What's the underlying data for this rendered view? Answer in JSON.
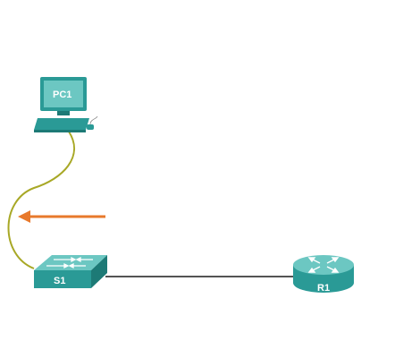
{
  "devices": {
    "pc": {
      "label": "PC1",
      "icon": "desktop-computer-icon"
    },
    "switch": {
      "label": "S1",
      "icon": "switch-icon"
    },
    "router": {
      "label": "R1",
      "icon": "router-icon"
    }
  },
  "links": [
    {
      "from": "PC1",
      "to": "S1",
      "media": "console-cable",
      "color": "#a8a826"
    },
    {
      "from": "S1",
      "to": "R1",
      "media": "ethernet",
      "color": "#1a1a1a"
    }
  ],
  "arrow": {
    "direction": "left",
    "color": "#e8792b"
  },
  "colors": {
    "device_teal": "#2a9a96",
    "device_dark": "#1d7a76",
    "device_light": "#6cc7c2"
  }
}
